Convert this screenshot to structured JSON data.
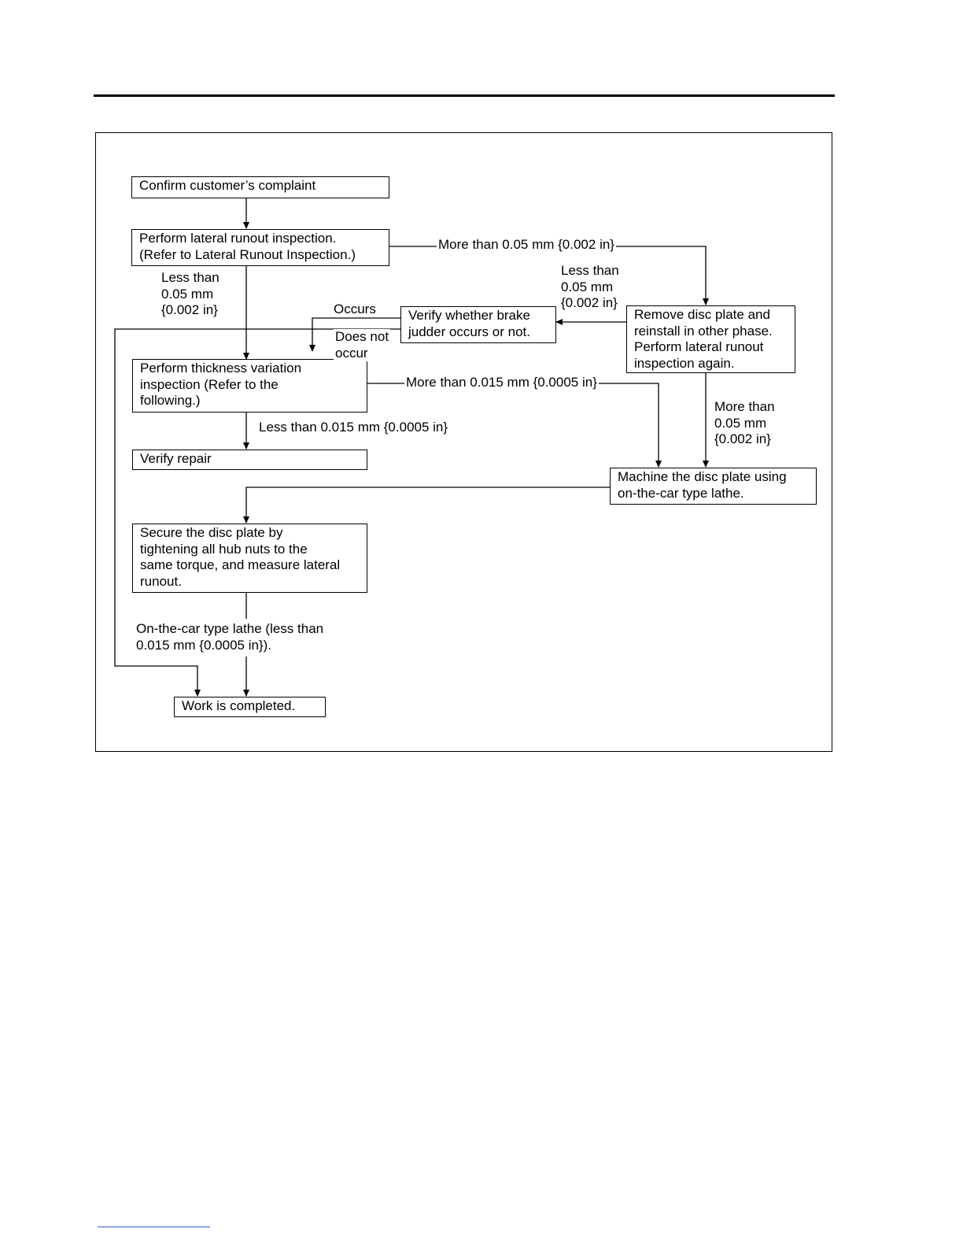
{
  "nodes": {
    "confirm": [
      "Confirm customer’s complaint"
    ],
    "lateral": [
      "Perform lateral runout inspection.",
      "(Refer to Lateral Runout Inspection.)"
    ],
    "judder": [
      "Verify whether brake",
      "judder occurs or not."
    ],
    "remove": [
      "Remove disc plate and",
      "reinstall in other phase.",
      "Perform lateral runout",
      "inspection again."
    ],
    "thickness": [
      "Perform thickness variation",
      "inspection (Refer to the",
      "following.)"
    ],
    "verify": [
      "Verify repair"
    ],
    "machine": [
      "Machine the disc plate using",
      "on-the-car type lathe."
    ],
    "secure": [
      "Secure the disc plate by",
      "tightening all hub nuts to the",
      "same torque, and measure lateral",
      "runout."
    ],
    "completed": [
      "Work is completed."
    ]
  },
  "labels": {
    "lateral_more": [
      "More than 0.05 mm {0.002 in}"
    ],
    "lateral_less": [
      "Less than",
      "0.05 mm",
      "{0.002 in}"
    ],
    "remove_less": [
      "Less than",
      "0.05 mm",
      "{0.002 in}"
    ],
    "occurs": [
      "Occurs"
    ],
    "not_occur": [
      "Does not",
      "occur"
    ],
    "thickness_more": [
      "More than 0.015 mm {0.0005 in}"
    ],
    "thickness_less": [
      "Less than 0.015 mm {0.0005 in}"
    ],
    "remove_more": [
      "More than",
      "0.05 mm",
      "{0.002 in}"
    ],
    "lathe_ok": [
      "On-the-car type lathe (less than",
      "0.015 mm {0.0005 in})."
    ]
  }
}
